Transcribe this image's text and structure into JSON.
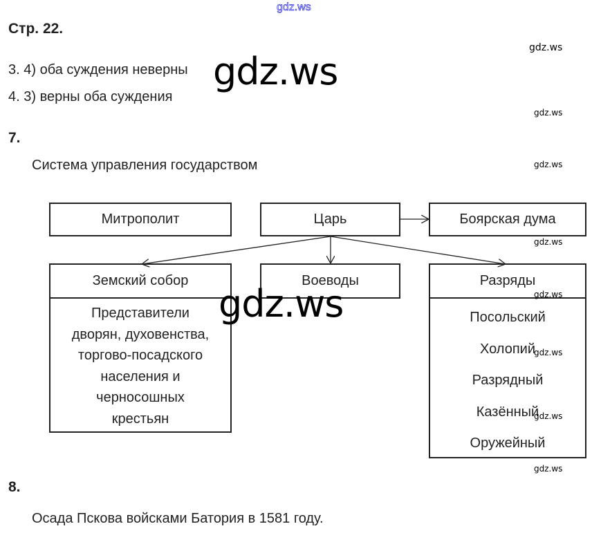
{
  "watermark": "gdz.ws",
  "page_heading": "Стр. 22.",
  "answers": [
    "3. 4) оба суждения неверны",
    "4. 3) верны оба суждения"
  ],
  "task7": {
    "number": "7.",
    "title": "Система управления государством",
    "diagram": {
      "metropolitan": "Митрополит",
      "tsar": "Царь",
      "boyar_duma": "Боярская дума",
      "zemsky_sobor": "Земский собор",
      "zemsky_sobor_members": [
        "Представители",
        "дворян, духовенства,",
        "торгово-посадского",
        "населения и",
        "черносошных",
        "крестьян"
      ],
      "voevody": "Воеводы",
      "razryady": "Разряды",
      "prikazy": [
        "Посольский",
        "Холопий",
        "Разрядный",
        "Казённый",
        "Оружейный"
      ]
    }
  },
  "task8": {
    "number": "8.",
    "text": "Осада Пскова войсками Батория в 1581 году."
  }
}
